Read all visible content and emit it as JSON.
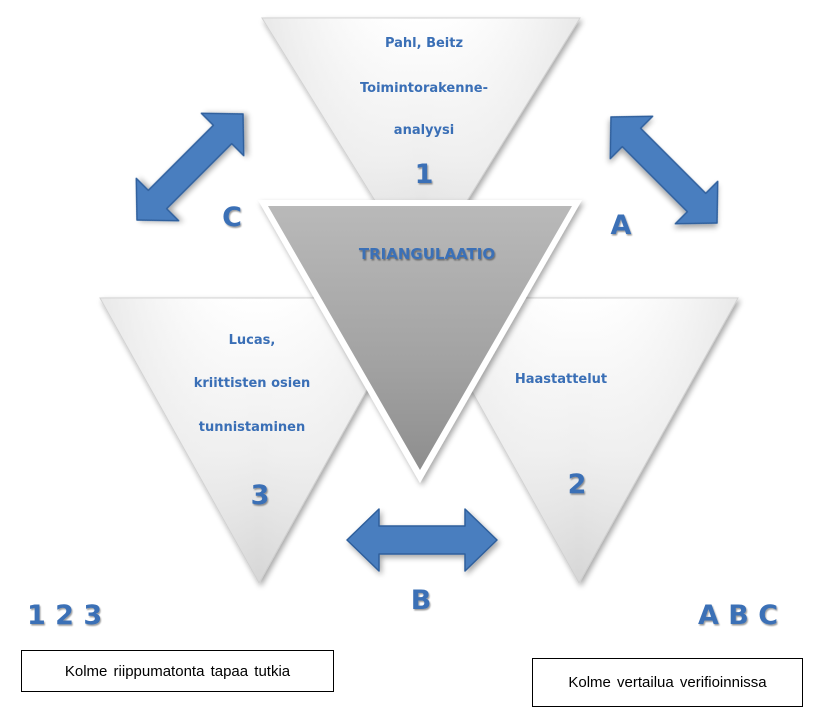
{
  "top_triangle": {
    "lines": [
      "Pahl, Beitz",
      "Toimintorakenne-",
      "analyysi"
    ],
    "number": "1"
  },
  "right_triangle": {
    "lines": [
      "Haastattelut"
    ],
    "number": "2"
  },
  "left_triangle": {
    "lines": [
      "Lucas,",
      "kriittisten osien",
      "tunnistaminen"
    ],
    "number": "3"
  },
  "center_triangle": {
    "label": "TRIANGULAATIO"
  },
  "arrows": {
    "a_label": "A",
    "b_label": "B",
    "c_label": "C"
  },
  "bottom_left": {
    "numbers": "1 2 3",
    "box_text": "Kolme riippumatonta tapaa tutkia"
  },
  "bottom_right": {
    "letters": "A B C",
    "box_text": "Kolme vertailua verifioinnissa"
  },
  "colors": {
    "accent": "#3a6fb6",
    "arrow_fill": "#4a7ebf",
    "arrow_stroke": "#2e5f9c",
    "center_fill": "#a8a8a8"
  }
}
